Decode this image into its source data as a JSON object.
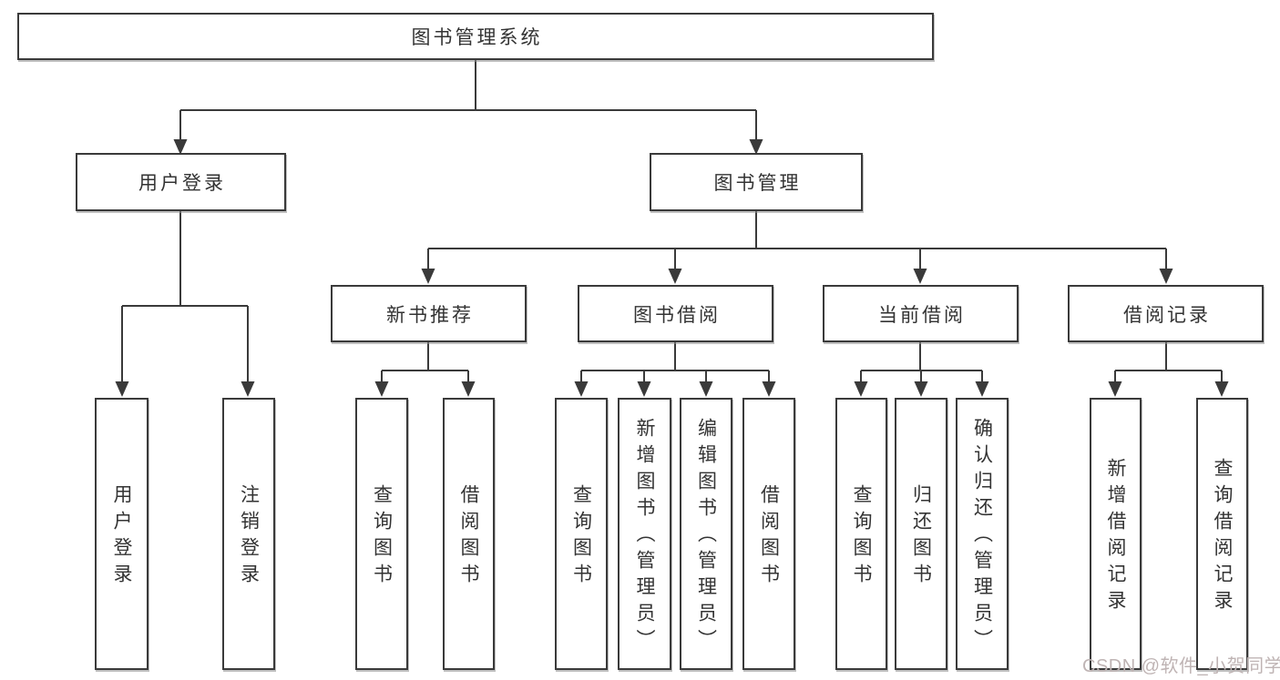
{
  "diagram": {
    "title": "图书管理系统",
    "nodes": {
      "root": "图书管理系统",
      "user_login": "用户登录",
      "book_management": "图书管理",
      "new_book_recommend": "新书推荐",
      "book_borrowing": "图书借阅",
      "current_borrowing": "当前借阅",
      "borrowing_records": "借阅记录",
      "leaves": {
        "login_user_login": "用户登录",
        "login_logout": "注销登录",
        "rec_query_books": "查询图书",
        "rec_borrow_books": "借阅图书",
        "bb_query_books": "查询图书",
        "bb_add_books_admin": "新增图书（管理员）",
        "bb_edit_books_admin": "编辑图书（管理员）",
        "bb_borrow_books": "借阅图书",
        "cb_query_books": "查询图书",
        "cb_return_books": "归还图书",
        "cb_confirm_return_admin": "确认归还（管理员）",
        "br_add_record": "新增借阅记录",
        "br_query_record": "查询借阅记录"
      }
    },
    "edges": [
      [
        "root",
        "user_login"
      ],
      [
        "root",
        "book_management"
      ],
      [
        "user_login",
        "login_user_login"
      ],
      [
        "user_login",
        "login_logout"
      ],
      [
        "book_management",
        "new_book_recommend"
      ],
      [
        "book_management",
        "book_borrowing"
      ],
      [
        "book_management",
        "current_borrowing"
      ],
      [
        "book_management",
        "borrowing_records"
      ],
      [
        "new_book_recommend",
        "rec_query_books"
      ],
      [
        "new_book_recommend",
        "rec_borrow_books"
      ],
      [
        "book_borrowing",
        "bb_query_books"
      ],
      [
        "book_borrowing",
        "bb_add_books_admin"
      ],
      [
        "book_borrowing",
        "bb_edit_books_admin"
      ],
      [
        "book_borrowing",
        "bb_borrow_books"
      ],
      [
        "current_borrowing",
        "cb_query_books"
      ],
      [
        "current_borrowing",
        "cb_return_books"
      ],
      [
        "current_borrowing",
        "cb_confirm_return_admin"
      ],
      [
        "borrowing_records",
        "br_add_record"
      ],
      [
        "borrowing_records",
        "br_query_record"
      ]
    ]
  },
  "watermark": {
    "text": "CSDN @软件_小贺同学",
    "color": "#bfb4b4"
  },
  "colors": {
    "line": "#3a3a3a",
    "box_border": "#3a3a3a",
    "text": "#333333",
    "background": "#ffffff"
  }
}
